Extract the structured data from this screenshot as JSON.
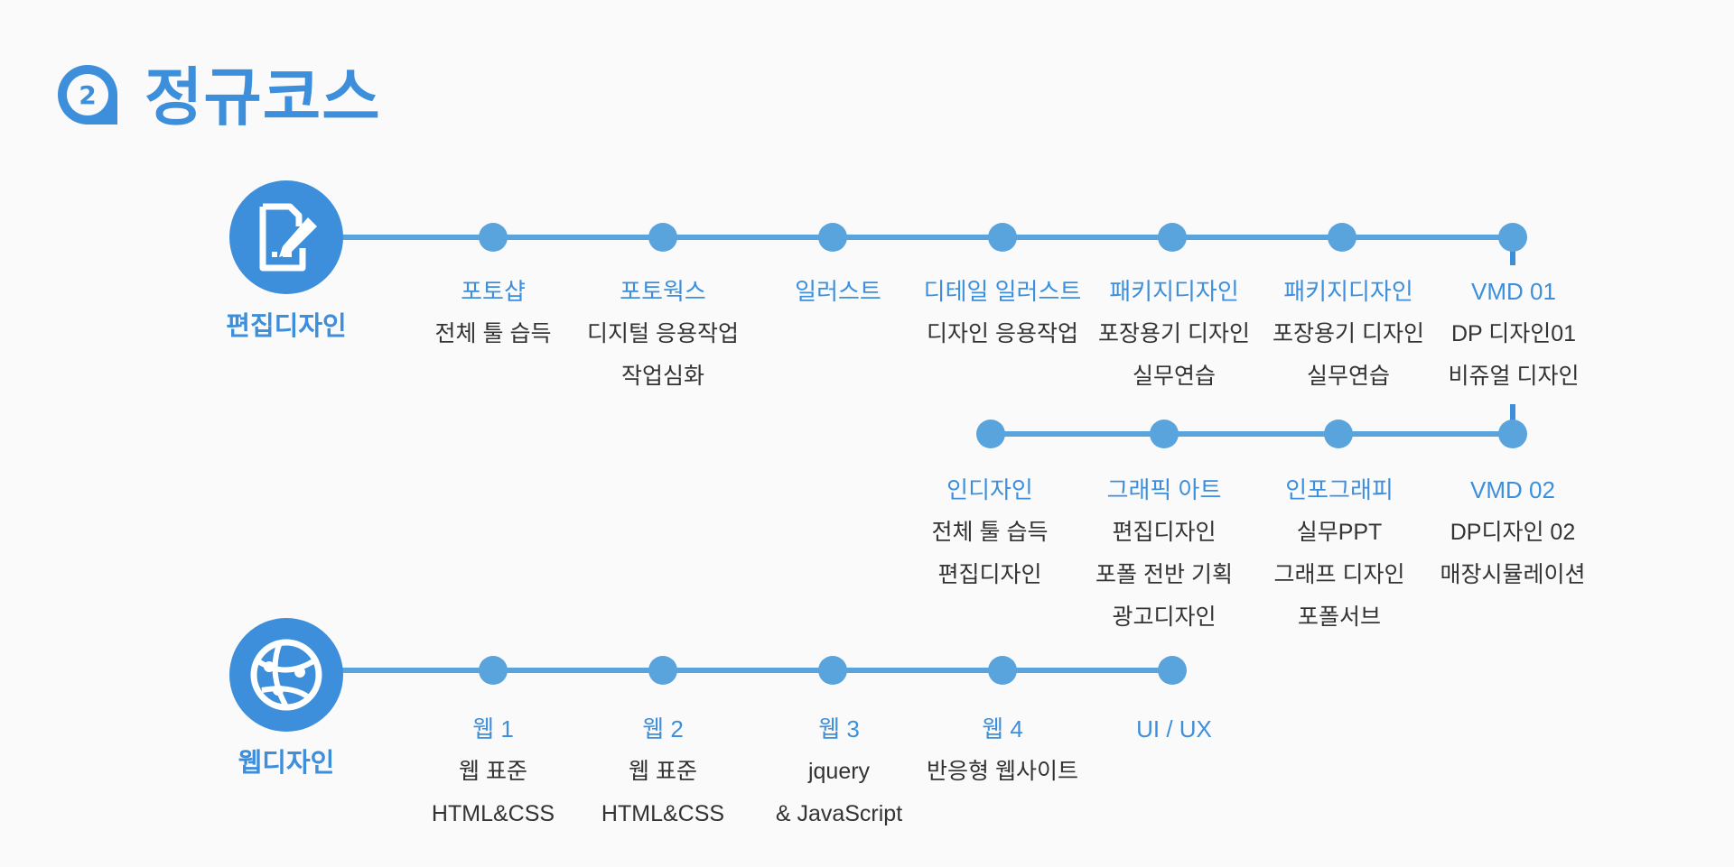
{
  "header": {
    "badge_number": "2",
    "title": "정규코스"
  },
  "colors": {
    "primary": "#3d8fdb",
    "track": "#5aa4de",
    "text": "#333333"
  },
  "categories": [
    {
      "label": "편집디자인",
      "icon": "edit-document-icon"
    },
    {
      "label": "웹디자인",
      "icon": "globe-network-icon"
    }
  ],
  "edit_row1": [
    {
      "title": "포토샵",
      "lines": [
        "전체 툴 습득"
      ]
    },
    {
      "title": "포토웍스",
      "lines": [
        "디지털 응용작업",
        "작업심화"
      ]
    },
    {
      "title": "일러스트",
      "lines": []
    },
    {
      "title": "디테일 일러스트",
      "lines": [
        "디자인 응용작업"
      ]
    },
    {
      "title": "패키지디자인",
      "lines": [
        "포장용기 디자인",
        "실무연습"
      ]
    },
    {
      "title": "패키지디자인",
      "lines": [
        "포장용기 디자인",
        "실무연습"
      ]
    },
    {
      "title": "VMD 01",
      "lines": [
        "DP 디자인01",
        "비쥬얼 디자인"
      ]
    }
  ],
  "edit_row2": [
    {
      "title": "인디자인",
      "lines": [
        "전체 툴 습득",
        "편집디자인"
      ]
    },
    {
      "title": "그래픽 아트",
      "lines": [
        "편집디자인",
        "포폴 전반 기획",
        "광고디자인"
      ]
    },
    {
      "title": "인포그래피",
      "lines": [
        "실무PPT",
        "그래프 디자인",
        "포폴서브"
      ]
    },
    {
      "title": "VMD 02",
      "lines": [
        "DP디자인 02",
        "매장시뮬레이션"
      ]
    }
  ],
  "web_row": [
    {
      "title": "웹 1",
      "lines": [
        "웹 표준",
        "HTML&CSS"
      ]
    },
    {
      "title": "웹 2",
      "lines": [
        "웹 표준",
        "HTML&CSS"
      ]
    },
    {
      "title": "웹 3",
      "lines": [
        "jquery",
        "& JavaScript"
      ]
    },
    {
      "title": "웹 4",
      "lines": [
        "반응형 웹사이트"
      ]
    },
    {
      "title": "UI / UX",
      "lines": []
    }
  ]
}
